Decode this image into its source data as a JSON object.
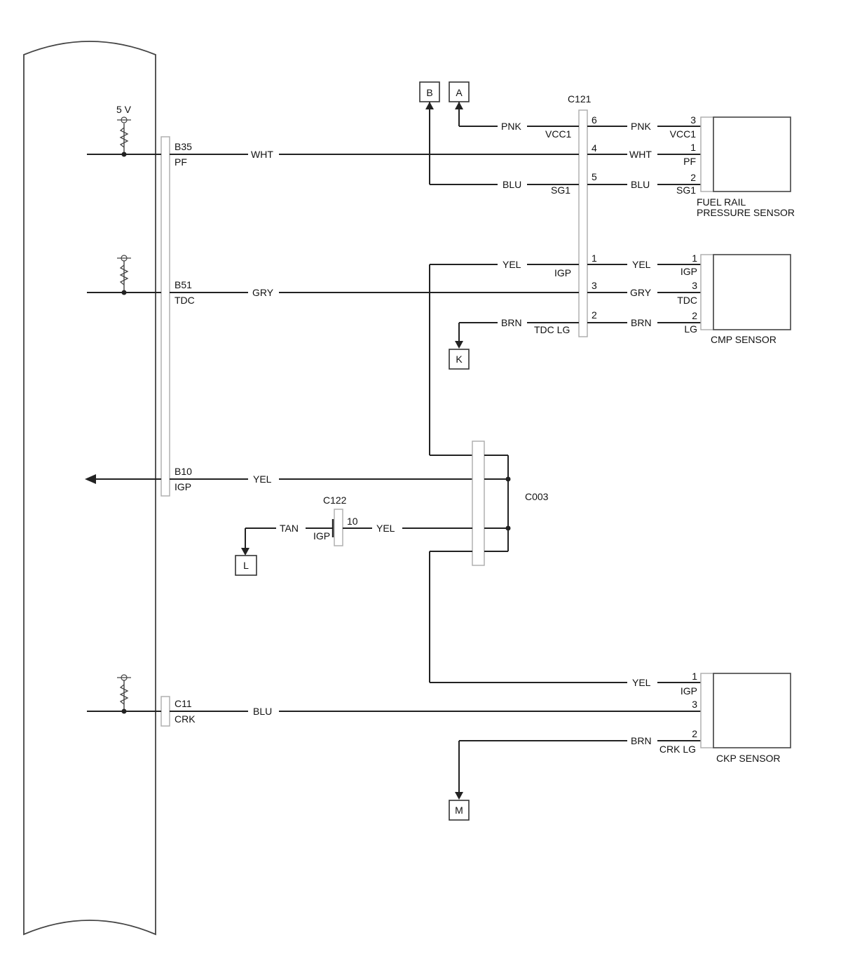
{
  "supply_voltage": "5 V",
  "ecm_pins": {
    "b35": {
      "num": "B35",
      "name": "PF"
    },
    "b51": {
      "num": "B51",
      "name": "TDC"
    },
    "b10": {
      "num": "B10",
      "name": "IGP"
    },
    "c11": {
      "num": "C11",
      "name": "CRK"
    }
  },
  "wire_colors": {
    "pf": "WHT",
    "tdc": "GRY",
    "igp": "YEL",
    "crk": "BLU",
    "vcc1": "PNK",
    "sg1": "BLU",
    "igp_cmp": "YEL",
    "tdclg": "BRN",
    "tan": "TAN",
    "igp_c122": "YEL",
    "igp_ckp": "YEL",
    "crklg": "BRN"
  },
  "connectors": {
    "c121": "C121",
    "c003": "C003",
    "c122": "C122",
    "c122_pin": "10",
    "c122_sig": "IGP"
  },
  "c121_signals": {
    "vcc1": "VCC1",
    "sg1": "SG1",
    "igp": "IGP",
    "tdclg": "TDC LG"
  },
  "c121_pins": {
    "vcc1": "6",
    "pf": "4",
    "sg1": "5",
    "igp": "1",
    "tdc": "3",
    "tdclg": "2"
  },
  "refs": {
    "a": "A",
    "b": "B",
    "k": "K",
    "l": "L",
    "m": "M"
  },
  "fuel_rail_sensor": {
    "title_line1": "FUEL RAIL",
    "title_line2": "PRESSURE SENSOR",
    "pins": [
      {
        "num": "3",
        "sig": "VCC1"
      },
      {
        "num": "1",
        "sig": "PF"
      },
      {
        "num": "2",
        "sig": "SG1"
      }
    ]
  },
  "cmp_sensor": {
    "title": "CMP SENSOR",
    "pins": [
      {
        "num": "1",
        "sig": "IGP"
      },
      {
        "num": "3",
        "sig": "TDC"
      },
      {
        "num": "2",
        "sig": "LG"
      }
    ]
  },
  "ckp_sensor": {
    "title": "CKP SENSOR",
    "pins": [
      {
        "num": "1",
        "sig": "IGP"
      },
      {
        "num": "3",
        "sig": ""
      },
      {
        "num": "2",
        "sig": "CRK LG"
      }
    ]
  }
}
